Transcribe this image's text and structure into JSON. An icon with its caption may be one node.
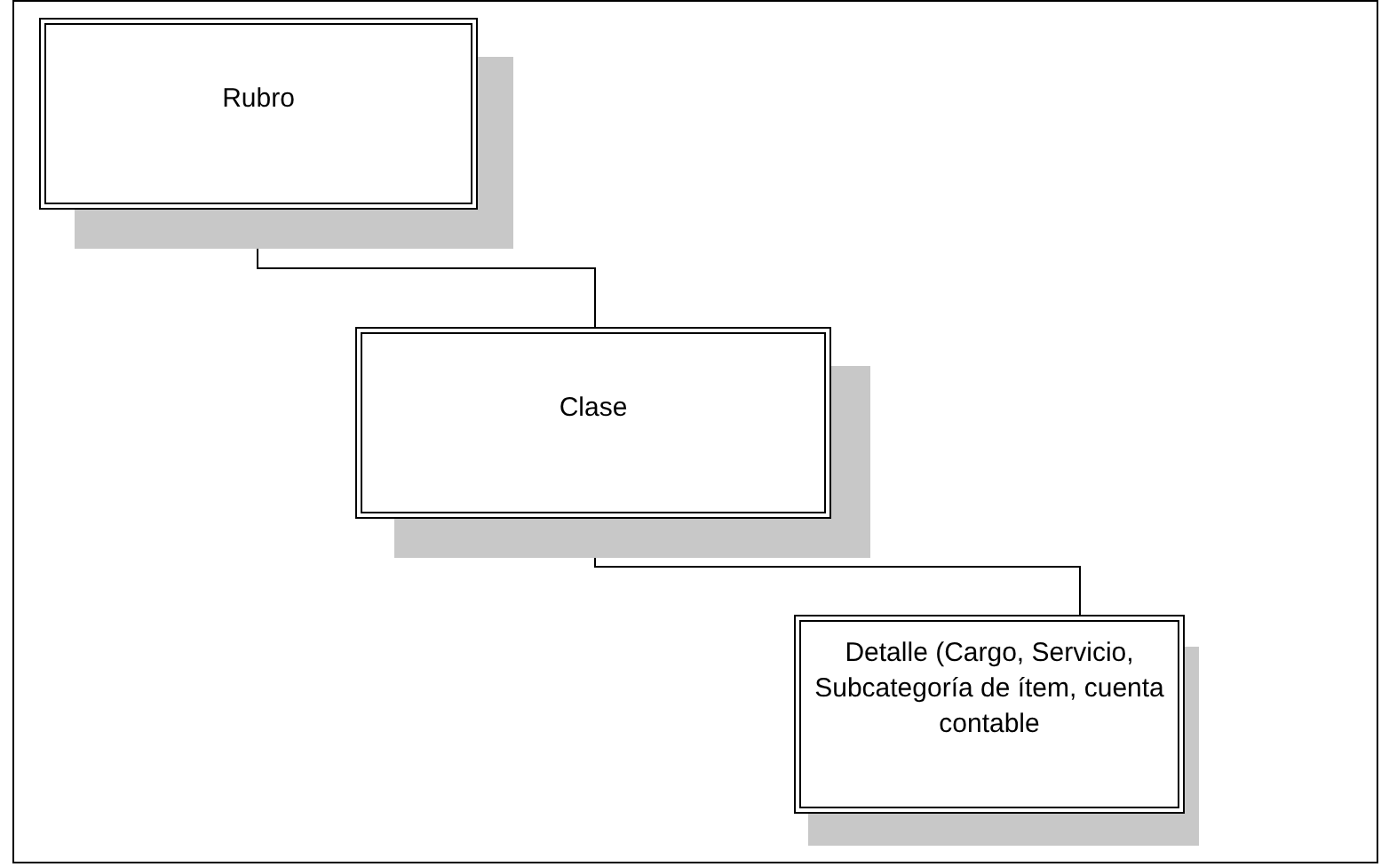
{
  "diagram": {
    "nodes": [
      {
        "text": [
          "Rubro"
        ]
      },
      {
        "text": [
          "Clase"
        ]
      },
      {
        "text": [
          "Detalle (Cargo, Servicio, Subcategoría de ítem, cuenta contable"
        ]
      }
    ],
    "edges": [
      {
        "from": 0,
        "to": 1,
        "arrow": "none"
      },
      {
        "from": 1,
        "to": 2,
        "arrow": "none"
      }
    ]
  }
}
